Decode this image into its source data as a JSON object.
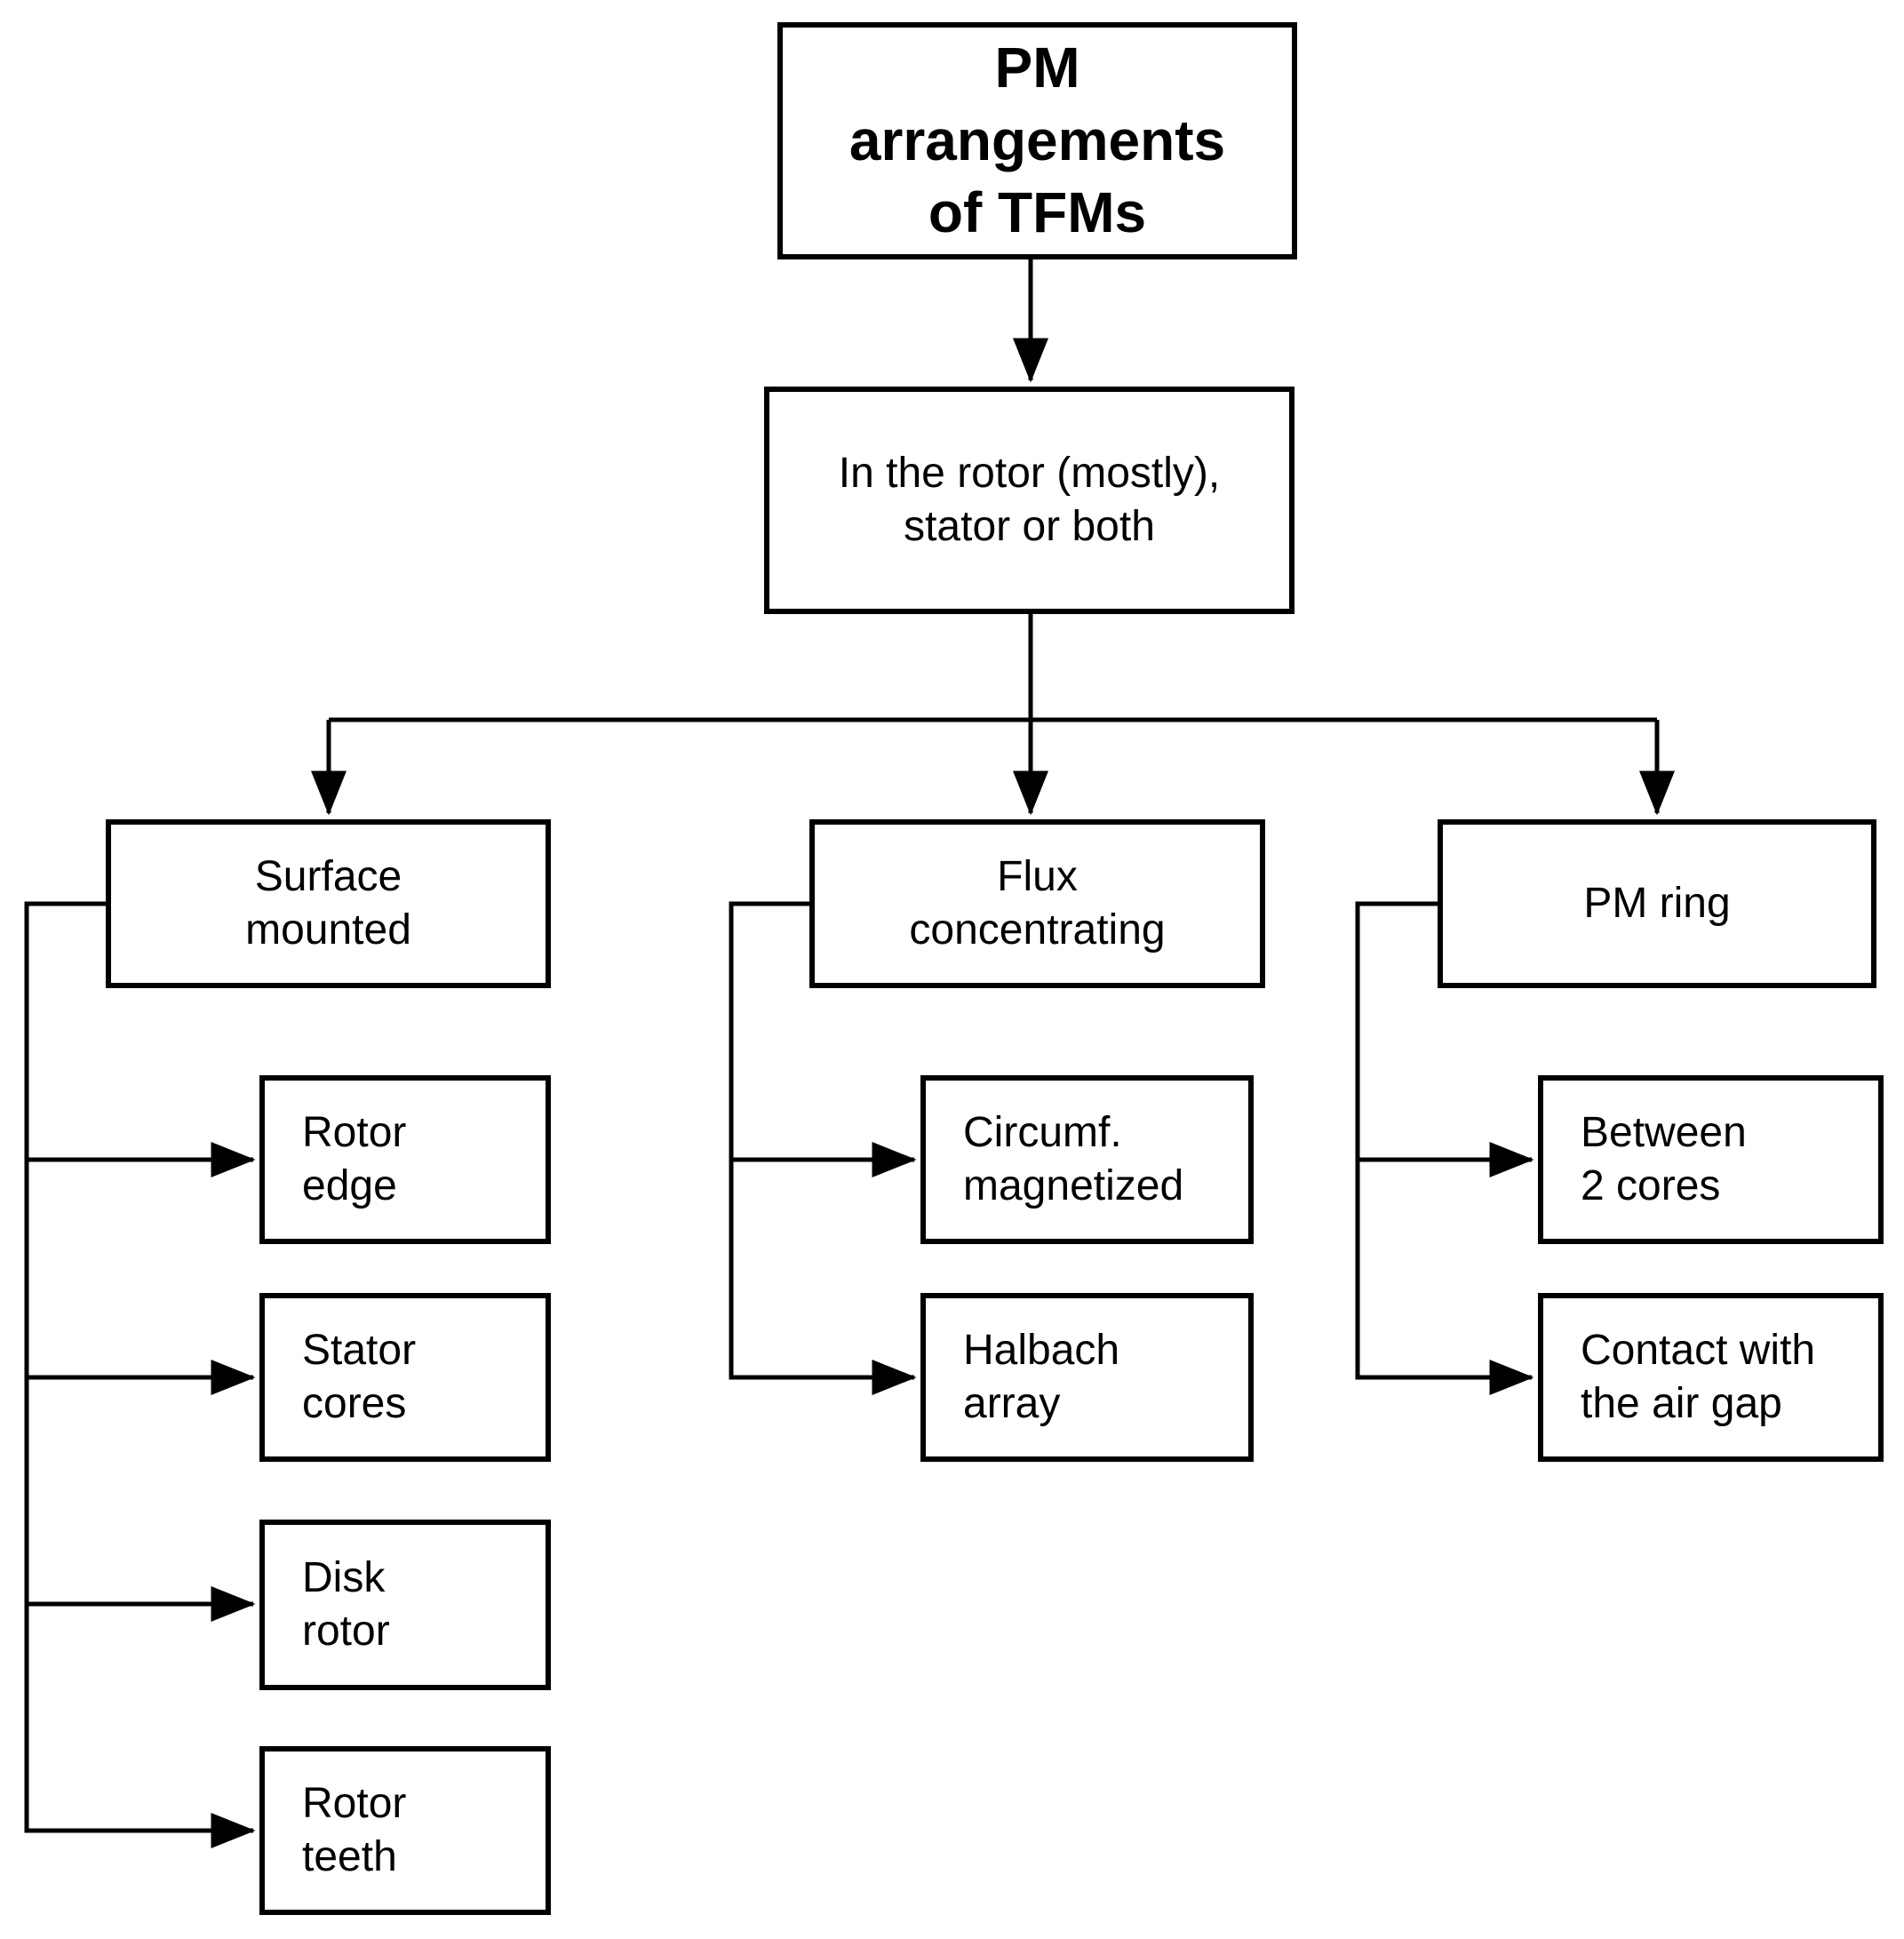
{
  "diagram": {
    "type": "flowchart-tree",
    "background_color": "#ffffff",
    "box_fill_color": "#ffffff",
    "box_border_color": "#000000",
    "text_color": "#000000",
    "connector_color": "#000000",
    "nodes": {
      "root": {
        "label": "PM\narrangements\nof TFMs",
        "emphasis": "bold",
        "level": 1
      },
      "placement": {
        "label": "In the rotor (mostly),\nstator or both",
        "level": 2
      },
      "surface_mounted": {
        "label": "Surface\nmounted",
        "level": 3
      },
      "flux_concentrating": {
        "label": "Flux\nconcentrating",
        "level": 3
      },
      "pm_ring": {
        "label": "PM ring",
        "level": 3
      },
      "rotor_edge": {
        "label": "Rotor\nedge",
        "level": 4,
        "parent": "surface_mounted"
      },
      "stator_cores": {
        "label": "Stator\ncores",
        "level": 4,
        "parent": "surface_mounted"
      },
      "disk_rotor": {
        "label": "Disk\nrotor",
        "level": 4,
        "parent": "surface_mounted"
      },
      "rotor_teeth": {
        "label": "Rotor\nteeth",
        "level": 4,
        "parent": "surface_mounted"
      },
      "circumf_magnetized": {
        "label": "Circumf.\nmagnetized",
        "level": 4,
        "parent": "flux_concentrating"
      },
      "halbach_array": {
        "label": "Halbach\narray",
        "level": 4,
        "parent": "flux_concentrating"
      },
      "between_2_cores": {
        "label": "Between\n2 cores",
        "level": 4,
        "parent": "pm_ring"
      },
      "contact_air_gap": {
        "label": "Contact with\nthe air gap",
        "level": 4,
        "parent": "pm_ring"
      }
    },
    "edges": [
      {
        "from": "root",
        "to": "placement",
        "arrow": true
      },
      {
        "from": "placement",
        "to": "surface_mounted",
        "arrow": true
      },
      {
        "from": "placement",
        "to": "flux_concentrating",
        "arrow": true
      },
      {
        "from": "placement",
        "to": "pm_ring",
        "arrow": true
      },
      {
        "from": "surface_mounted",
        "to": "rotor_edge",
        "arrow": true
      },
      {
        "from": "surface_mounted",
        "to": "stator_cores",
        "arrow": true
      },
      {
        "from": "surface_mounted",
        "to": "disk_rotor",
        "arrow": true
      },
      {
        "from": "surface_mounted",
        "to": "rotor_teeth",
        "arrow": true
      },
      {
        "from": "flux_concentrating",
        "to": "circumf_magnetized",
        "arrow": true
      },
      {
        "from": "flux_concentrating",
        "to": "halbach_array",
        "arrow": true
      },
      {
        "from": "pm_ring",
        "to": "between_2_cores",
        "arrow": true
      },
      {
        "from": "pm_ring",
        "to": "contact_air_gap",
        "arrow": true
      }
    ]
  }
}
